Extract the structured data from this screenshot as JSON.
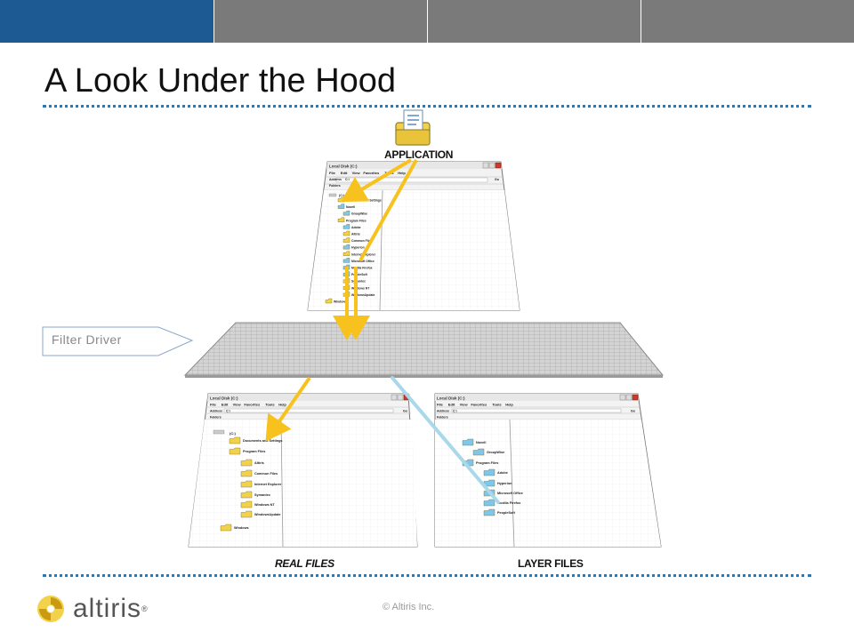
{
  "slide": {
    "title": "A Look Under the Hood",
    "copyright": "© Altiris Inc.",
    "logo_text": "altiris",
    "logo_reg": "®"
  },
  "diagram": {
    "filter_label": "Filter Driver",
    "application_label": "APPLICATION",
    "real_files_label": "REAL FILES",
    "layer_files_label": "LAYER FILES",
    "window_title": "Local Disk (C:)",
    "menu": [
      "File",
      "Edit",
      "View",
      "Favorites",
      "Tools",
      "Help"
    ],
    "address_label": "Address",
    "address_value": "C:\\",
    "go_label": "Go",
    "folders_label": "Folders",
    "root_label": "(C:)",
    "top_tree": [
      "Documents and Settings",
      "Novell",
      "GroupWise",
      "Program Files",
      "Adobe",
      "Altiris",
      "Common Files",
      "Hyperion",
      "Internet Explorer",
      "Microsoft Office",
      "Mozilla Firefox",
      "PeopleSoft",
      "Symantec",
      "Windows NT",
      "WindowsUpdate",
      "Windows"
    ],
    "real_tree": [
      "Documents and Settings",
      "Program Files",
      "Altiris",
      "Common Files",
      "Internet Explorer",
      "Symantec",
      "Windows NT",
      "WindowsUpdate",
      "Windows"
    ],
    "layer_tree": [
      "Novell",
      "GroupWise",
      "Program Files",
      "Adobe",
      "Hyperion",
      "Microsoft Office",
      "Mozilla Firefox",
      "PeopleSoft"
    ]
  },
  "colors": {
    "accent_blue": "#1d5a93",
    "bar_gray": "#7a7a7a",
    "dotted_rule": "#2a78b5",
    "arrow_yellow": "#f7c21e",
    "arrow_light_blue": "#a8d8ea",
    "folder_yellow": "#f2d24a",
    "folder_blue": "#7ec7ea"
  }
}
